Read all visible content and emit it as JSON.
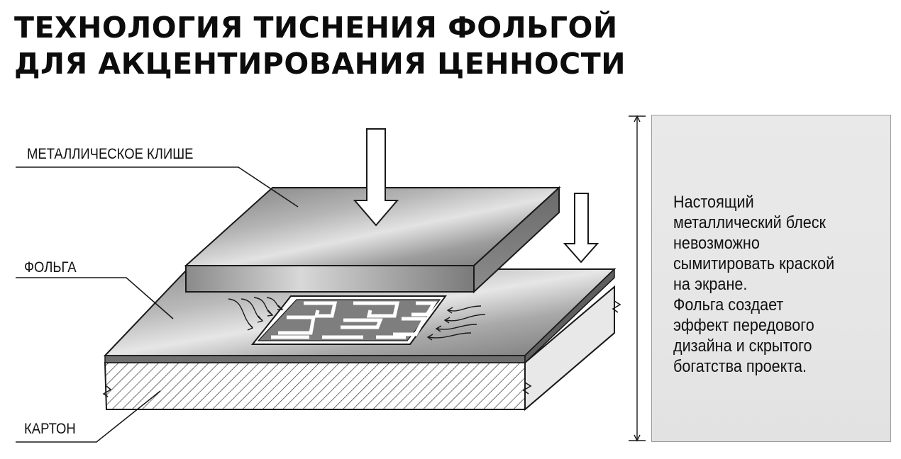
{
  "title": {
    "line1": "ТЕХНОЛОГИЯ ТИСНЕНИЯ ФОЛЬГОЙ",
    "line2": "ДЛЯ АКЦЕНТИРОВАНИЯ ЦЕННОСТИ"
  },
  "labels": {
    "cliche": "МЕТАЛЛИЧЕСКОЕ КЛИШЕ",
    "foil": "ФОЛЬГА",
    "board": "КАРТОН"
  },
  "note": {
    "lines": [
      "Настоящий",
      "металлический блеск",
      "невозможно",
      "сымитировать краской",
      "на экране.",
      "Фольга создает",
      "эффект передового",
      "дизайна и скрытого",
      "богатства проекта."
    ]
  },
  "colors": {
    "metal_light": "#d9d9d9",
    "metal_mid": "#a6a6a6",
    "metal_dark": "#6e6e6e",
    "outline": "#1a1a1a",
    "card_bg": "#e6e6e6"
  }
}
